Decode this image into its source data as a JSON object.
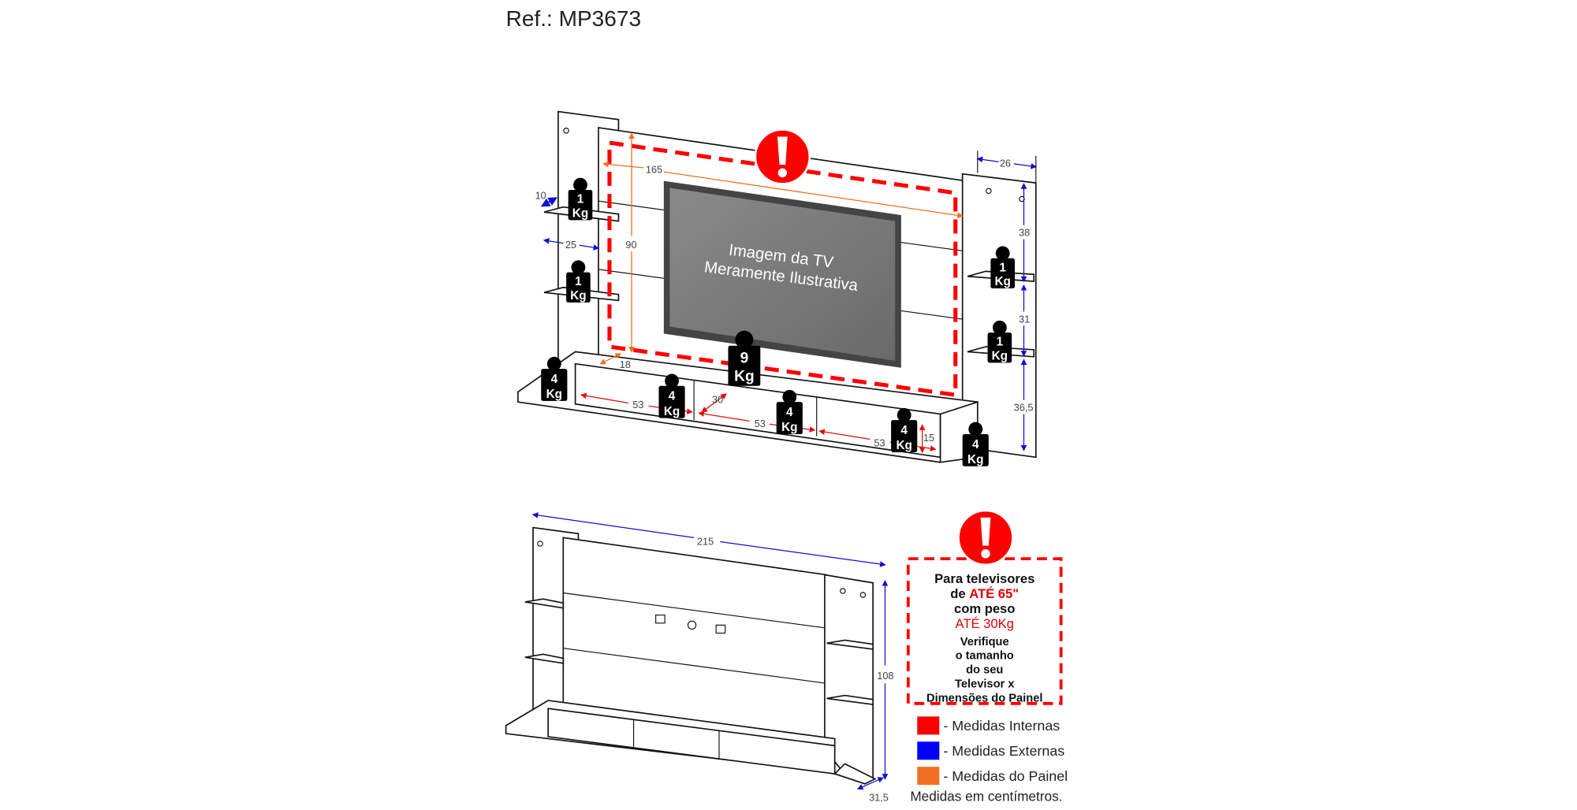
{
  "ref": "Ref.: MP3673",
  "tv": {
    "line1": "Imagem da TV",
    "line2": "Meramente Ilustrativa"
  },
  "dimensions": {
    "painel_largura": "165",
    "painel_altura": "90",
    "painel_prof": "18",
    "prateleira_prof": "10",
    "coluna_esq": "25",
    "coluna_dir": "26",
    "dir_alt_1": "38",
    "dir_alt_2": "31",
    "dir_alt_3": "36,5",
    "nicho_1": "53",
    "nicho_2": "53",
    "nicho_3": "53",
    "nicho_prof": "30",
    "nicho_alt": "15",
    "largura_total": "215",
    "altura_total": "108",
    "profundidade_total": "31,5"
  },
  "weights": {
    "shelf_left_top": [
      "1",
      "Kg"
    ],
    "shelf_left_bottom": [
      "1",
      "Kg"
    ],
    "base_left": [
      "4",
      "Kg"
    ],
    "tv": [
      "9",
      "Kg"
    ],
    "niche_1": [
      "4",
      "Kg"
    ],
    "niche_2": [
      "4",
      "Kg"
    ],
    "niche_3": [
      "4",
      "Kg"
    ],
    "base_right": [
      "4",
      "Kg"
    ],
    "shelf_right_top": [
      "1",
      "Kg"
    ],
    "shelf_right_bottom": [
      "1",
      "Kg"
    ]
  },
  "warning": {
    "l1": "Para televisores",
    "l2a": "de ",
    "l2b": "ATÉ 65\"",
    "l3": "com peso",
    "l4": "ATÉ 30Kg",
    "l5": "Verifique",
    "l6": "o tamanho",
    "l7": "do seu",
    "l8": "Televisor x",
    "l9": "Dimensões do Painel"
  },
  "legend": [
    {
      "label": "- Medidas Internas",
      "color": "#ff0000"
    },
    {
      "label": "- Medidas Externas",
      "color": "#0000ff"
    },
    {
      "label": "- Medidas do Painel",
      "color": "#f07020"
    }
  ],
  "footnote": "Medidas em centímetros.",
  "colors": {
    "internal": "#ff0000",
    "external": "#0000ff",
    "panel": "#f07020",
    "warning": "#e00000"
  }
}
